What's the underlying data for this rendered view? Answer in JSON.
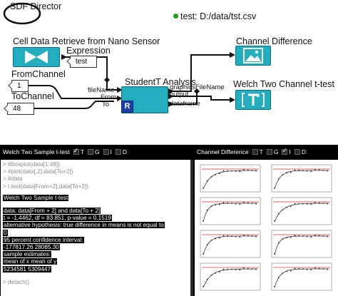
{
  "workflow": {
    "director_label": "SDF Director",
    "file_status": "test: D:/data/tst.csv",
    "cell_data_actor": "Cell Data Retrieve from Nano Sensor",
    "expression_label": "Expression",
    "expression_value": "test",
    "from_channel_label": "FromChannel",
    "from_channel_value": "1",
    "to_channel_label": "ToChannel",
    "to_channel_value": "48",
    "studentt_label": "StudentT Analysis",
    "port_filename": "fileName",
    "port_from": "From",
    "port_to": "To",
    "port_graphics_filename": "graphicsFileName",
    "port_output": "output",
    "port_dataframe": "dataframe",
    "r_badge": "R",
    "channel_difference_label": "Channel Difference",
    "welch_label": "Welch Two Channel t-test",
    "colors": {
      "actor": "#22aebf",
      "actor_border": "#0a6f7d",
      "wire": "#111111",
      "r_badge": "#1a3fa8",
      "status": "#1aa31a"
    },
    "icons": {
      "director": "director-ellipse-icon",
      "cell_data": "bowtie-icon",
      "channel_difference": "image-display-icon",
      "welch": "text-display-icon",
      "studentt": "r-actor-icon"
    }
  },
  "welch_window": {
    "title": "Welch Two Sample t-test",
    "toggles": [
      {
        "label": "T",
        "checked": true
      },
      {
        "label": "G",
        "checked": false
      },
      {
        "label": "I",
        "checked": false
      },
      {
        "label": "D",
        "checked": false
      }
    ]
  },
  "plot_window": {
    "title": "Channel Difference",
    "toggles": [
      {
        "label": "T",
        "checked": false
      },
      {
        "label": "G",
        "checked": false
      },
      {
        "label": "I",
        "checked": true
      },
      {
        "label": "D",
        "checked": false
      }
    ]
  },
  "console": {
    "commands": [
      "> #boxplot(data[1:48])",
      "> #plot(data[,2],data[To+2])",
      "> #data",
      "> t.test(data[From+2],data[To+2])"
    ],
    "output": [
      "",
      "Welch Two Sample t-test",
      "",
      "data:  data[From + 2] and data[To + 2]",
      "t = -1.4462, df = 83.851, p-value = 0.1519",
      "alternative hypothesis: true difference in means is not equal to",
      "0",
      "95 percent confidence interval:",
      " -177817.26   28085.30",
      "sample estimates:",
      "mean of x mean of y",
      " 5234581  5309447"
    ],
    "footer": "> detach()"
  }
}
